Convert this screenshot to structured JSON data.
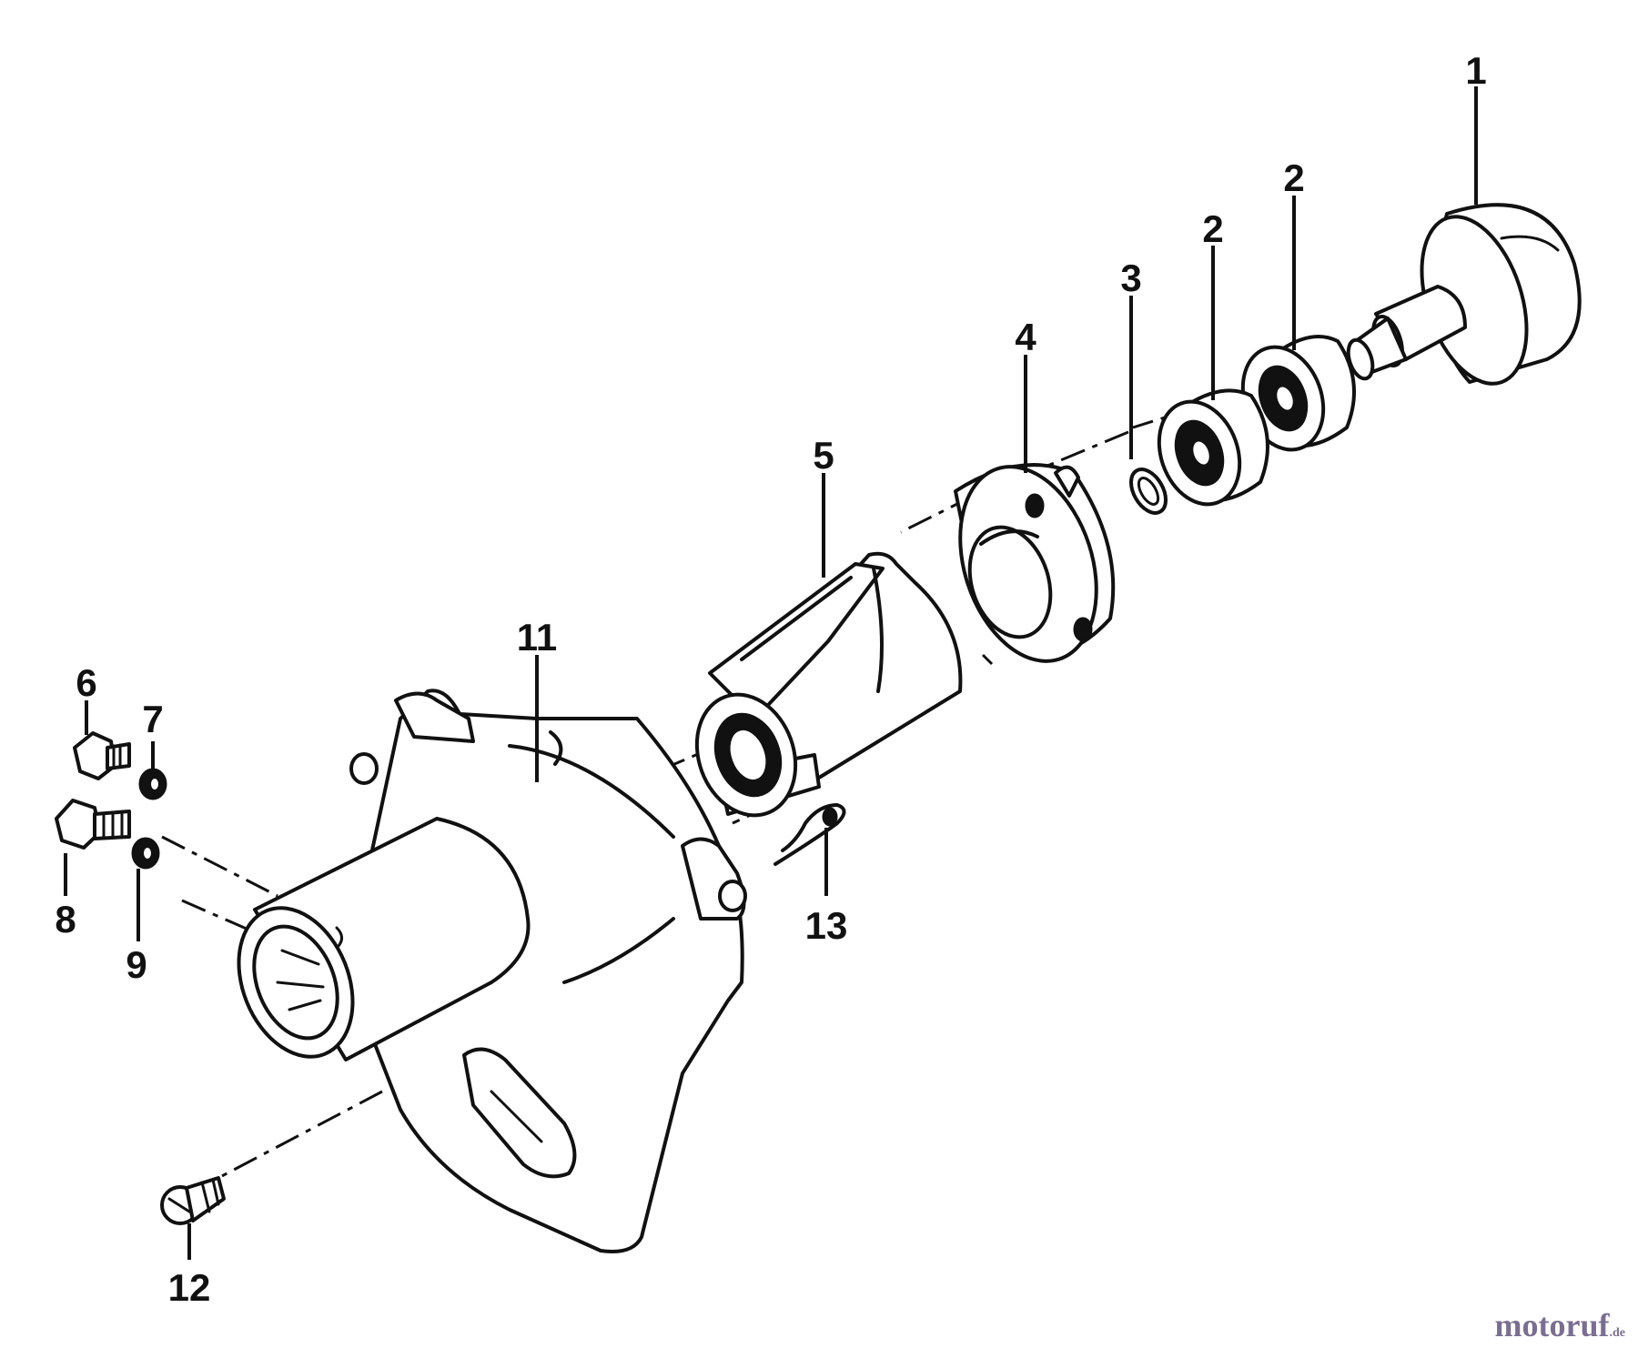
{
  "callouts": {
    "part_1": "1",
    "part_2a": "2",
    "part_2b": "2",
    "part_3": "3",
    "part_4": "4",
    "part_5": "5",
    "part_6": "6",
    "part_7": "7",
    "part_8": "8",
    "part_9": "9",
    "part_11": "11",
    "part_12": "12",
    "part_13": "13"
  },
  "watermark": {
    "brand": "motoruf",
    "tld": ".de"
  }
}
